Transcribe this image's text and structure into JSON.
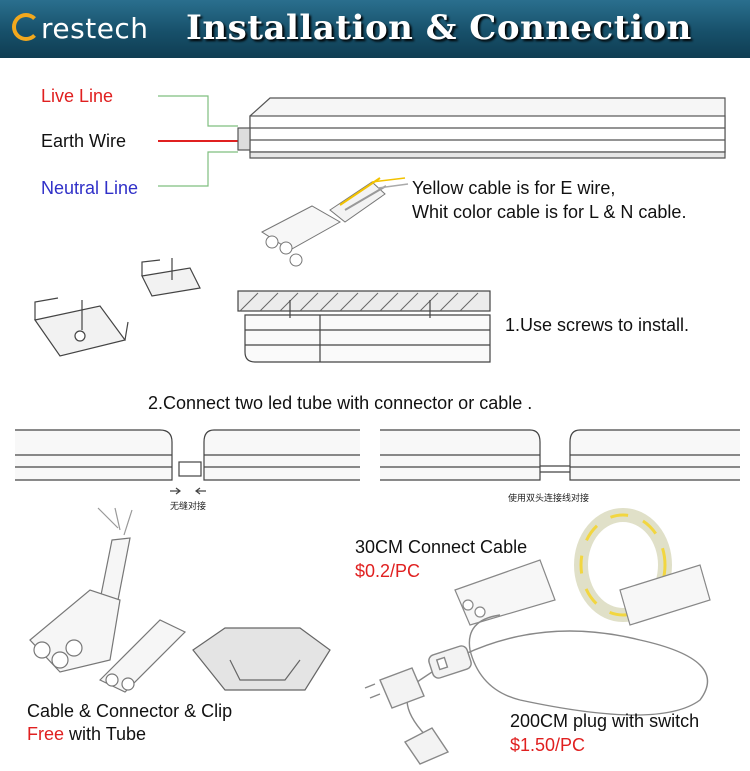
{
  "header": {
    "logo": "restech",
    "title": "Installation & Connection"
  },
  "wiring": {
    "live_line": "Live Line",
    "earth_wire": "Earth Wire",
    "neutral_line": "Neutral Line",
    "cable_note_1": "Yellow cable is for E wire,",
    "cable_note_2": "Whit color cable is for L & N cable."
  },
  "steps": {
    "step1": "1.Use screws to install.",
    "step2": "2.Connect two led tube with connector or cable ."
  },
  "diagram_labels": {
    "left": "无缝对接",
    "right": "使用双头连接线对接"
  },
  "accessories": {
    "cable_30": {
      "name": "30CM Connect Cable",
      "price": "$0.2/PC"
    },
    "cable_200": {
      "name": "200CM plug with switch",
      "price": "$1.50/PC"
    },
    "kit": {
      "name": "Cable & Connector & Clip",
      "free": "Free",
      "rest": " with Tube"
    }
  },
  "colors": {
    "header_bg": "#17506a",
    "logo_accent": "#f2a81d",
    "live": "#e02020",
    "neutral": "#3030c8"
  }
}
